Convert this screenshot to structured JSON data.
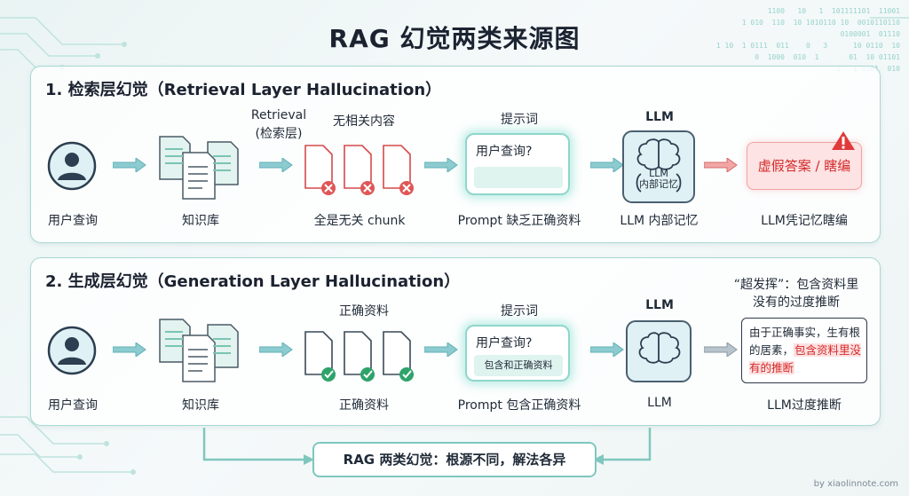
{
  "title": "RAG 幻觉两类来源图",
  "binary_text": "1100   10   1  101111101  11001\n1 010  110  10 1010110 10  0010110110\n0100001  01110\n1 10  1 0111  011    0   3      10 0110  10\n0  1000  010  1       01  10 01101\n1   1 0101  010",
  "panels": {
    "retrieval": {
      "title": "1. 检索层幻觉（Retrieval Layer Hallucination）",
      "user_label": "用户查询",
      "kb_label": "知识库",
      "retrieval_tag": "Retrieval",
      "retrieval_tag2": "(检索层)",
      "chunks_top": "无相关内容",
      "chunks_bottom": "全是无关 chunk",
      "prompt_top": "提示词",
      "prompt_question": "用户查询?",
      "prompt_bottom": "Prompt 缺乏正确资料",
      "llm_top": "LLM",
      "llm_inner_1": "LLM",
      "llm_inner_2": "内部记忆",
      "llm_bottom": "LLM 内部记忆",
      "answer": "虚假答案 / 瞎编",
      "answer_bottom": "LLM凭记忆瞎编"
    },
    "generation": {
      "title": "2. 生成层幻觉（Generation Layer Hallucination）",
      "user_label": "用户查询",
      "kb_label": "知识库",
      "chunks_top": "正确资料",
      "chunks_bottom": "正确资料",
      "prompt_top": "提示词",
      "prompt_question": "用户查询?",
      "prompt_fill": "包含和正确资料",
      "prompt_bottom": "Prompt 包含正确资料",
      "llm_top": "LLM",
      "llm_bottom": "LLM",
      "over_note_1": "“超发挥”：包含资料里",
      "over_note_2": "没有的过度推断",
      "answer_part1": "由于正确事实，生有根的居素，",
      "answer_highlight": "包含资料里没有的推断",
      "answer_bottom": "LLM过度推断"
    }
  },
  "summary": "RAG 两类幻觉：根源不同，解法各异",
  "footer": "by xiaolinnote.com",
  "colors": {
    "accent": "#7fc7be",
    "arrow": "#8ccbd0",
    "error": "#d42a2a",
    "check": "#2ea36a"
  }
}
